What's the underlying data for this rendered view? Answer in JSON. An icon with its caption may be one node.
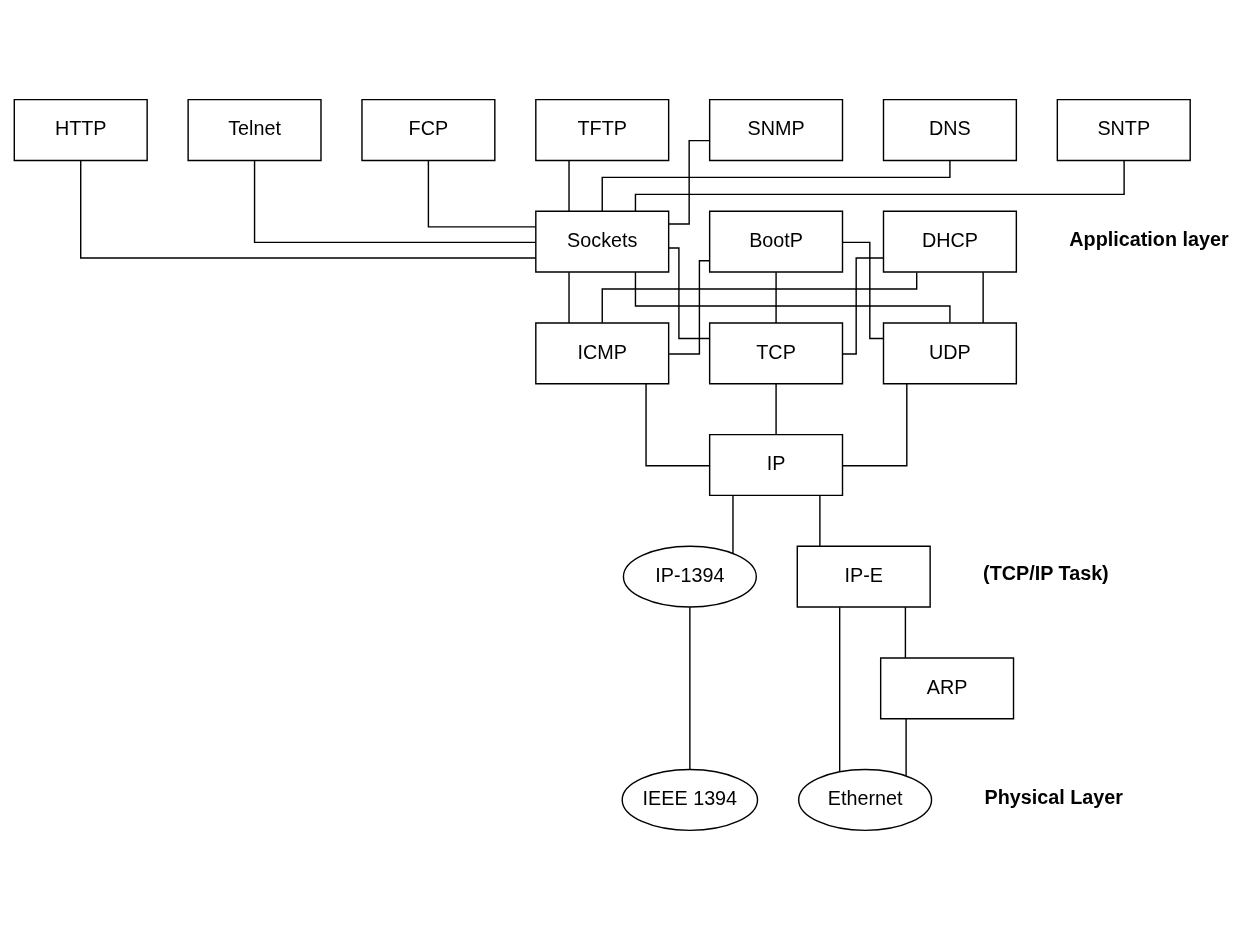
{
  "diagram": {
    "nodes": [
      {
        "text": [
          "HTTP"
        ]
      },
      {
        "text": [
          "Telnet"
        ]
      },
      {
        "text": [
          "FCP"
        ]
      },
      {
        "text": [
          "TFTP"
        ]
      },
      {
        "text": [
          "SNMP"
        ]
      },
      {
        "text": [
          "DNS"
        ]
      },
      {
        "text": [
          "SNTP"
        ]
      },
      {
        "text": [
          "Sockets"
        ]
      },
      {
        "text": [
          "BootP"
        ]
      },
      {
        "text": [
          "DHCP"
        ]
      },
      {
        "text": [
          "ICMP"
        ]
      },
      {
        "text": [
          "TCP"
        ]
      },
      {
        "text": [
          "UDP"
        ]
      },
      {
        "text": [
          "IP"
        ]
      },
      {
        "text": [
          "IP-1394"
        ]
      },
      {
        "text": [
          "IP-E"
        ]
      },
      {
        "text": [
          "ARP"
        ]
      },
      {
        "text": [
          "IEEE 1394"
        ]
      },
      {
        "text": [
          "Ethernet"
        ]
      }
    ],
    "edges": [
      {
        "from": 0,
        "to": 7,
        "arrow": "none"
      },
      {
        "from": 1,
        "to": 7,
        "arrow": "none"
      },
      {
        "from": 2,
        "to": 7,
        "arrow": "none"
      },
      {
        "from": 3,
        "to": 7,
        "arrow": "none"
      },
      {
        "from": 4,
        "to": 7,
        "arrow": "none"
      },
      {
        "from": 5,
        "to": 7,
        "arrow": "none"
      },
      {
        "from": 6,
        "to": 7,
        "arrow": "none"
      },
      {
        "from": 7,
        "to": 10,
        "arrow": "none"
      },
      {
        "from": 7,
        "to": 11,
        "arrow": "none"
      },
      {
        "from": 7,
        "to": 12,
        "arrow": "none"
      },
      {
        "from": 8,
        "to": 10,
        "arrow": "none"
      },
      {
        "from": 8,
        "to": 11,
        "arrow": "none"
      },
      {
        "from": 8,
        "to": 12,
        "arrow": "none"
      },
      {
        "from": 9,
        "to": 10,
        "arrow": "none"
      },
      {
        "from": 9,
        "to": 11,
        "arrow": "none"
      },
      {
        "from": 9,
        "to": 12,
        "arrow": "none"
      },
      {
        "from": 10,
        "to": 13,
        "arrow": "none"
      },
      {
        "from": 11,
        "to": 13,
        "arrow": "none"
      },
      {
        "from": 12,
        "to": 13,
        "arrow": "none"
      },
      {
        "from": 13,
        "to": 14,
        "arrow": "none"
      },
      {
        "from": 13,
        "to": 15,
        "arrow": "none"
      },
      {
        "from": 15,
        "to": 16,
        "arrow": "none"
      },
      {
        "from": 14,
        "to": 17,
        "arrow": "none"
      },
      {
        "from": 15,
        "to": 18,
        "arrow": "none"
      },
      {
        "from": 16,
        "to": 18,
        "arrow": "none"
      }
    ],
    "labels": [
      "Application layer",
      "(TCP/IP Task)",
      "Physical Layer"
    ]
  }
}
